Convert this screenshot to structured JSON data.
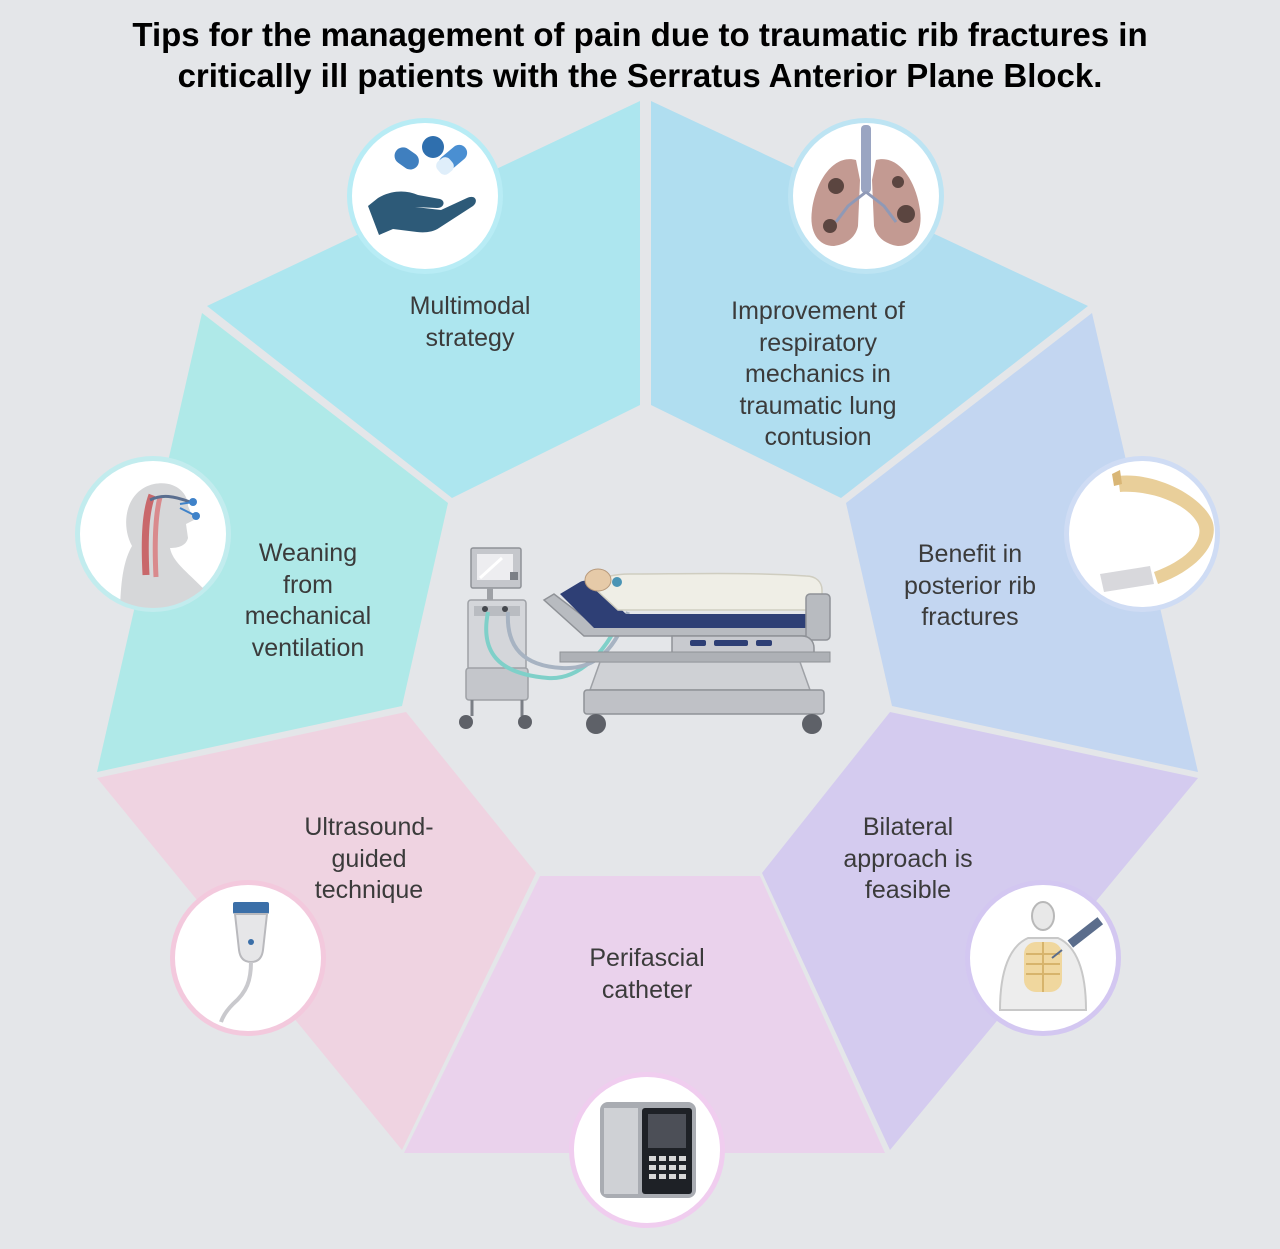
{
  "title": {
    "line1": "Tips for the management of pain due to traumatic rib fractures in",
    "line2": "critically ill patients with the Serratus Anterior Plane Block."
  },
  "segments": {
    "multimodal": {
      "lines": [
        "Multimodal",
        "strategy"
      ],
      "color": "#ade6ef",
      "icon": "hand-with-pills-icon"
    },
    "respiratory": {
      "lines": [
        "Improvement of",
        "respiratory",
        "mechanics in",
        "traumatic lung",
        "contusion"
      ],
      "color": "#b0def0",
      "icon": "lungs-icon"
    },
    "posterior": {
      "lines": [
        "Benefit in",
        "posterior rib",
        "fractures"
      ],
      "color": "#c3d6f1",
      "icon": "rib-bone-icon"
    },
    "bilateral": {
      "lines": [
        "Bilateral",
        "approach is",
        "feasible"
      ],
      "color": "#d4cbef",
      "icon": "chest-injection-icon"
    },
    "catheter": {
      "lines": [
        "Perifascial",
        "catheter"
      ],
      "color": "#ead2ec",
      "icon": "infusion-pump-icon"
    },
    "ultrasound": {
      "lines": [
        "Ultrasound-",
        "guided",
        "technique"
      ],
      "color": "#efd3e1",
      "icon": "ultrasound-probe-icon"
    },
    "weaning": {
      "lines": [
        "Weaning",
        "from",
        "mechanical",
        "ventilation"
      ],
      "color": "#afe9e8",
      "icon": "airway-intubation-icon"
    }
  },
  "center": {
    "icon": "patient-on-ventilator-bed-icon"
  }
}
